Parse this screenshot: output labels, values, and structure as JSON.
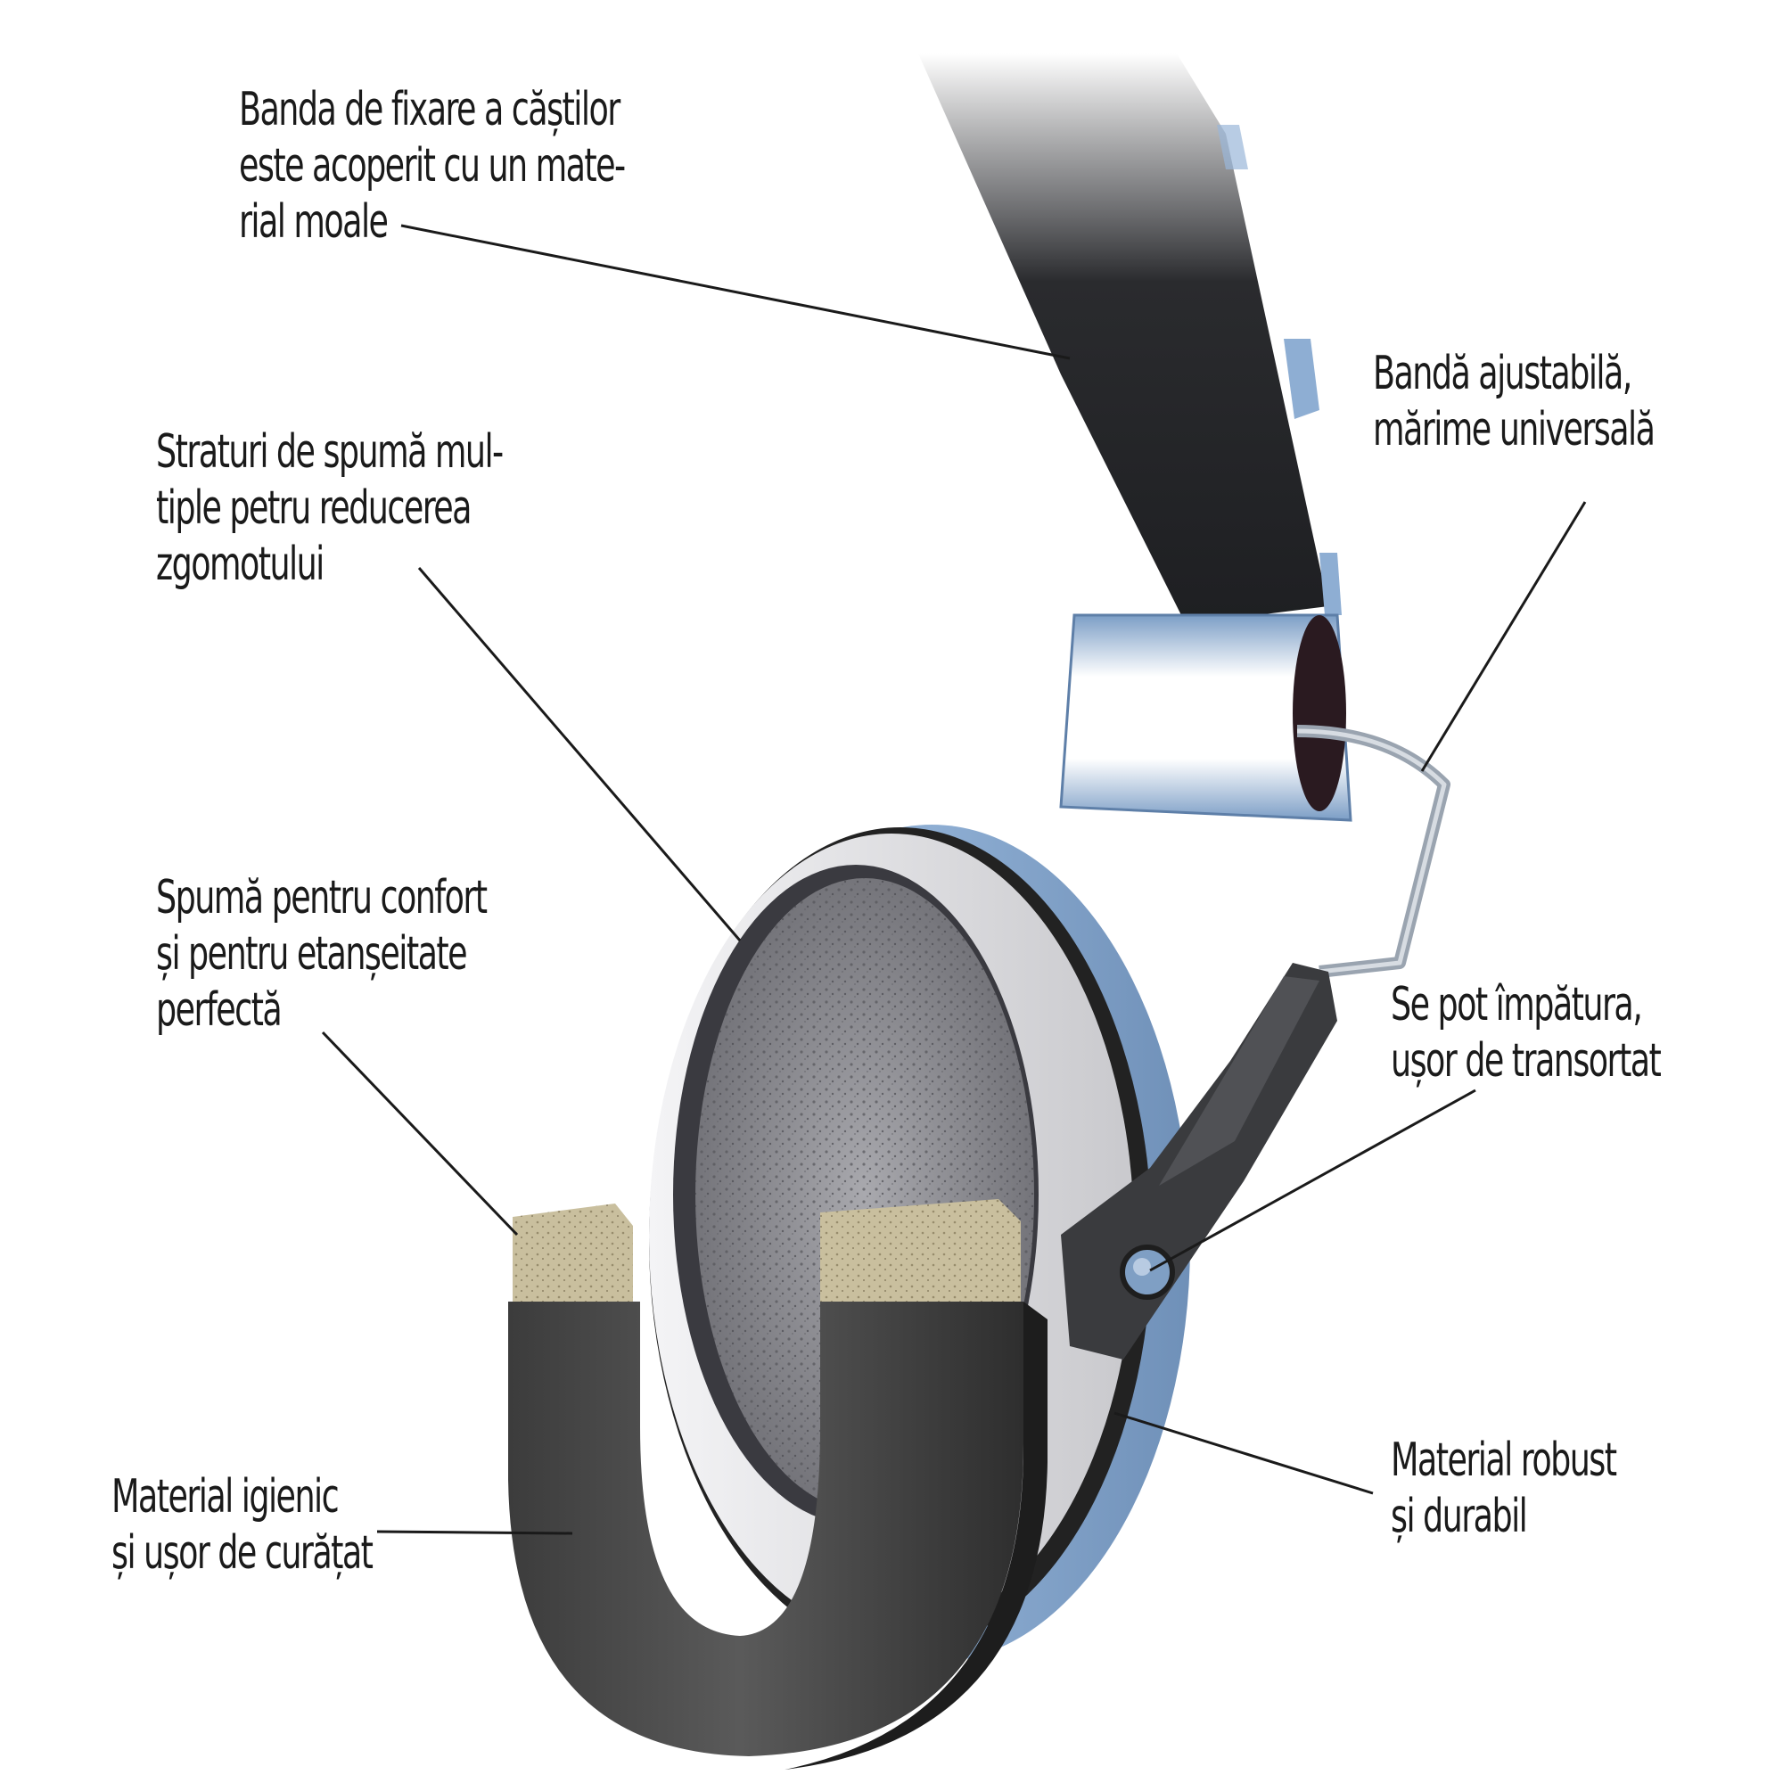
{
  "callouts": [
    {
      "id": "headband-soft",
      "lines": [
        "Banda de fixare a căștilor",
        "este acoperit cu un mate-",
        "rial moale"
      ]
    },
    {
      "id": "adjustable-band",
      "lines": [
        "Bandă ajustabilă,",
        "mărime universală"
      ]
    },
    {
      "id": "foam-layers",
      "lines": [
        "Straturi de spumă mul-",
        "tiple petru reducerea",
        "zgomotului"
      ]
    },
    {
      "id": "comfort-foam",
      "lines": [
        "Spumă pentru confort",
        "și pentru etanșeitate",
        "perfectă"
      ]
    },
    {
      "id": "foldable",
      "lines": [
        "Se pot împătura,",
        "ușor de transortat"
      ]
    },
    {
      "id": "hygienic",
      "lines": [
        "Material igienic",
        "și ușor de curățat"
      ]
    },
    {
      "id": "robust",
      "lines": [
        "Material robust",
        "și durabil"
      ]
    }
  ],
  "colors": {
    "shell_blue": "#7f9fc4",
    "cushion_dark": "#4a4a4a",
    "headband_black": "#2a2b2e",
    "foam_beige": "#c9bf9e",
    "inner_foam_grey": "#8c8c92",
    "seal_white": "#e8e8ea"
  }
}
